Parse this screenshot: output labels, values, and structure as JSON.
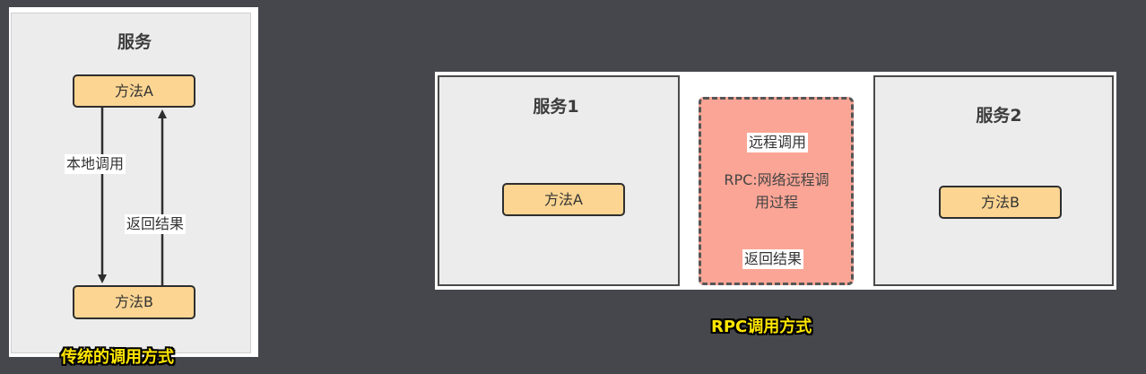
{
  "left_diagram": {
    "service_title": "服务",
    "method_a": "方法A",
    "method_b": "方法B",
    "local_call": "本地调用",
    "return_result": "返回结果",
    "caption": "传统的调用方式"
  },
  "right_diagram": {
    "service1_title": "服务1",
    "service2_title": "服务2",
    "method_a": "方法A",
    "method_b": "方法B",
    "rpc_label_line1": "RPC:网络远程调",
    "rpc_label_line2": "用过程",
    "remote_call": "远程调用",
    "return_result": "返回结果",
    "caption": "RPC调用方式"
  },
  "colors": {
    "background": "#46474c",
    "method_fill": "#fcd592",
    "service_fill": "#ececec",
    "rpc_fill": "#fba596",
    "caption": "#ffe600"
  }
}
